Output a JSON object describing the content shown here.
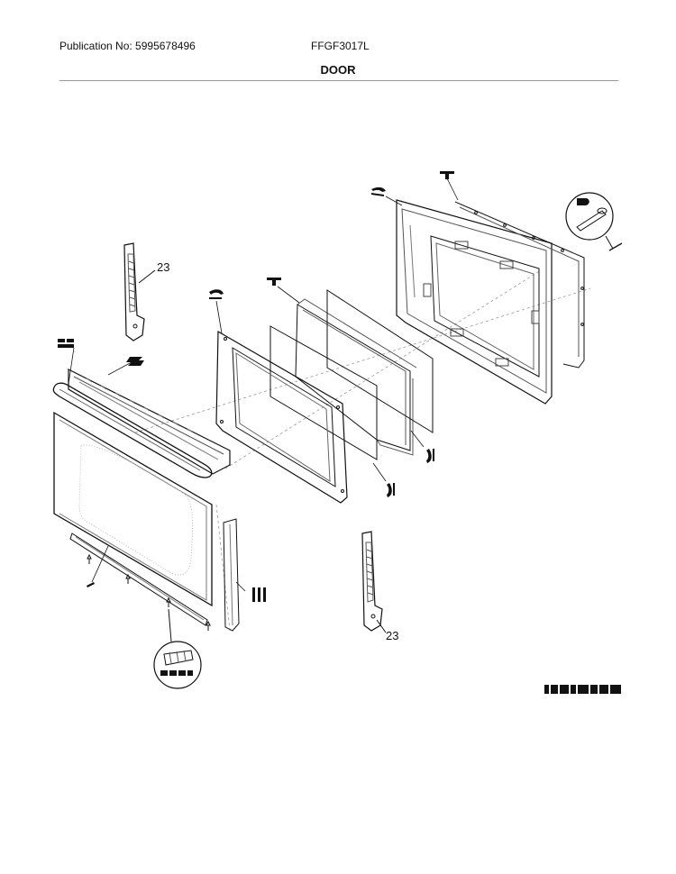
{
  "header": {
    "publication": "Publication No: 5995678496",
    "model": "FFGF3017L",
    "section": "DOOR"
  },
  "callouts": [
    {
      "id": "hinge-top",
      "label": "23"
    },
    {
      "id": "hinge-bottom",
      "label": "23"
    }
  ],
  "colors": {
    "line": "#111111",
    "light": "#bbbbbb",
    "dash": "#9a9a9a"
  }
}
